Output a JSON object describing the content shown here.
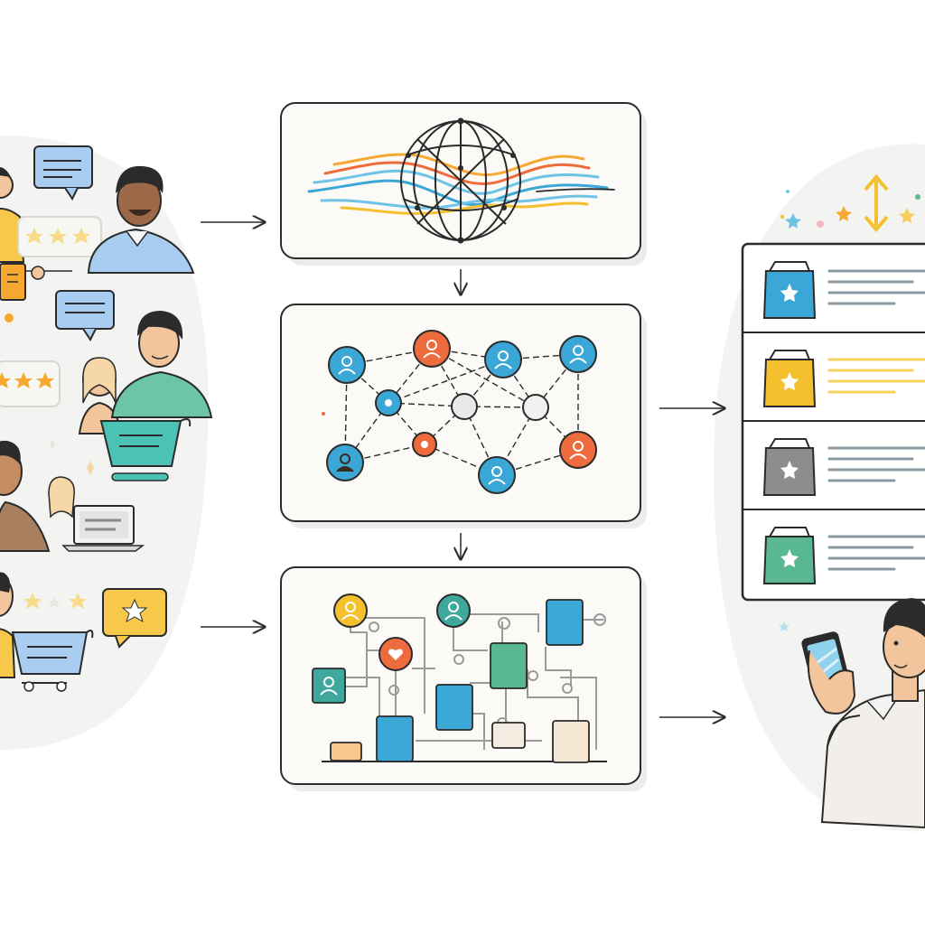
{
  "diagram": {
    "input_users": [
      "user-a",
      "user-b",
      "user-c",
      "user-d",
      "user-e",
      "user-f",
      "user-g"
    ],
    "ratings": [
      3,
      3,
      1
    ],
    "stages": [
      "embedding-globe",
      "user-graph",
      "item-graph"
    ],
    "user_graph_nodes": 12,
    "item_graph_nodes": 13,
    "recommendations": [
      {
        "color": "#3aa7d6",
        "accent": "#8a9aa0"
      },
      {
        "color": "#f4c02e",
        "accent": "#f5d25a"
      },
      {
        "color": "#8d8d8d",
        "accent": "#8a9aa0"
      },
      {
        "color": "#59b892",
        "accent": "#8a9aa0"
      }
    ],
    "colors": {
      "stroke": "#2b2b2b",
      "blue": "#3aa7d6",
      "orange": "#ee6b3d",
      "yellow": "#f4c02e",
      "green": "#59b892",
      "teal": "#2fb0a5",
      "skin_light": "#f2c59c",
      "skin_dark": "#9c6848",
      "panel": "#fbfaf6",
      "blob": "#f2f2ef"
    }
  }
}
